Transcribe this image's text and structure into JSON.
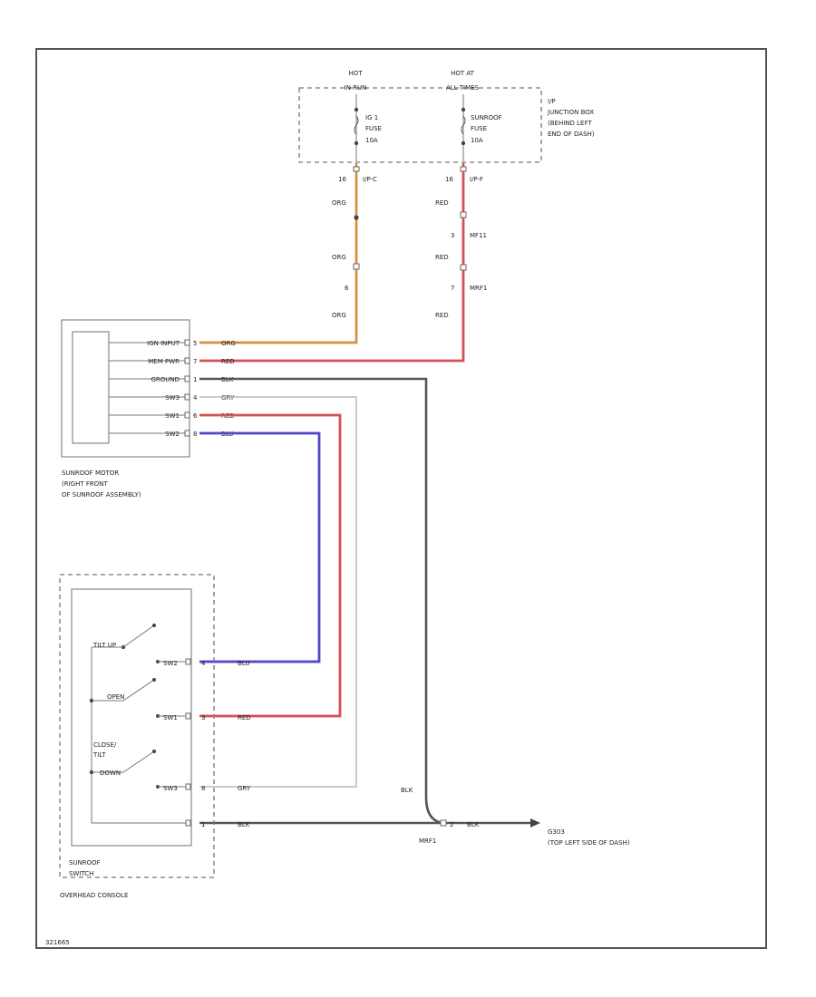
{
  "fuse_block": {
    "source_left": [
      "HOT",
      "IN RUN"
    ],
    "source_right": [
      "HOT AT",
      "ALL TIMES"
    ],
    "fuse_left": [
      "IG 1",
      "FUSE",
      "10A"
    ],
    "fuse_right": [
      "SUNROOF",
      "FUSE",
      "10A"
    ],
    "location": [
      "I/P",
      "JUNCTION BOX",
      "(BEHIND LEFT",
      "END OF DASH)"
    ]
  },
  "orange_circuit": {
    "pin": "16",
    "connector": "I/P-C",
    "wire": "ORG",
    "wire2": "ORG",
    "pin2": "6",
    "wire3": "ORG"
  },
  "red_circuit": {
    "pin": "16",
    "connector": "I/P-F",
    "wire": "RED",
    "pin2": "3",
    "conn2": "MF11",
    "wire2": "RED",
    "pin3": "7",
    "conn3": "MRF1",
    "wire3": "RED"
  },
  "motor": {
    "pins": [
      {
        "label": "IGN INPUT",
        "num": "5",
        "wire": "ORG"
      },
      {
        "label": "MEM PWR",
        "num": "7",
        "wire": "RED"
      },
      {
        "label": "GROUND",
        "num": "1",
        "wire": "BLK"
      },
      {
        "label": "SW3",
        "num": "4",
        "wire": "GRY"
      },
      {
        "label": "SW1",
        "num": "6",
        "wire": "RED"
      },
      {
        "label": "SW2",
        "num": "8",
        "wire": "BLU"
      }
    ],
    "caption": [
      "SUNROOF MOTOR",
      "(RIGHT FRONT",
      "OF SUNROOF ASSEMBLY)"
    ]
  },
  "switch": {
    "contacts": [
      {
        "label": "TILT UP",
        "pin_label": "SW2",
        "num": "4",
        "wire": "BLU"
      },
      {
        "label": "OPEN",
        "pin_label": "SW1",
        "num": "3",
        "wire": "RED"
      },
      {
        "label_lines": [
          "CLOSE/",
          "TILT",
          "DOWN"
        ],
        "pin_label": "SW3",
        "num": "8",
        "wire": "GRY"
      }
    ],
    "ground": {
      "num": "1",
      "wire": "BLK"
    },
    "caption": [
      "SUNROOF",
      "SWITCH"
    ],
    "location": "OVERHEAD CONSOLE"
  },
  "ground": {
    "wire_above": "BLK",
    "splice_num": "2",
    "splice_conn": "MRF1",
    "wire": "BLK",
    "label": "G303",
    "location": "(TOP LEFT SIDE OF DASH)"
  },
  "footer_code": "321665"
}
